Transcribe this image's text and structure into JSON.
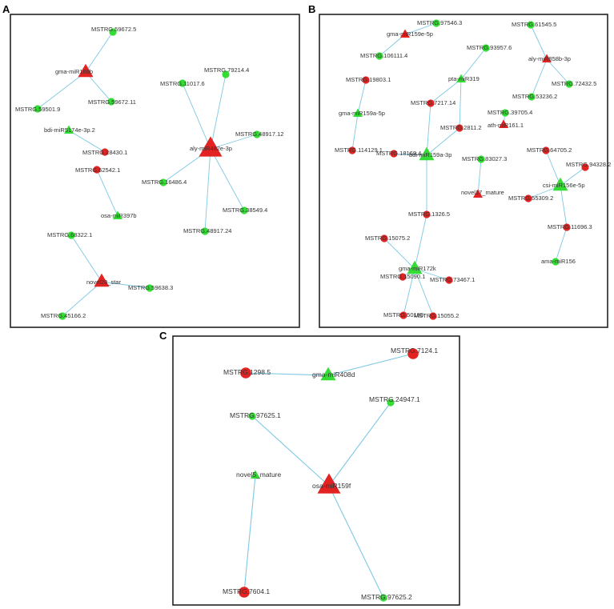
{
  "colors": {
    "red": "#e32222",
    "green": "#33dd33",
    "edge": "#7ec8e3",
    "frame": "#222222"
  },
  "panels": [
    {
      "label": "A",
      "nodes": [
        {
          "id": "a_gma168b",
          "label": "gma-miR168b",
          "shape": "triangle",
          "color": "red",
          "size": "medium"
        },
        {
          "id": "a_s59672_5",
          "label": "MSTRG.59672.5",
          "shape": "circle",
          "color": "green",
          "size": "small"
        },
        {
          "id": "a_s59501_9",
          "label": "MSTRG.59501.9",
          "shape": "circle",
          "color": "green",
          "size": "small"
        },
        {
          "id": "a_s59672_11",
          "label": "MSTRG.59672.11",
          "shape": "circle",
          "color": "green",
          "size": "small"
        },
        {
          "id": "a_bdi5174",
          "label": "bdi-miR5174e-3p.2",
          "shape": "triangle",
          "color": "green",
          "size": "small"
        },
        {
          "id": "a_s28430",
          "label": "MSTRG.28430.1",
          "shape": "circle",
          "color": "red",
          "size": "small"
        },
        {
          "id": "a_s62542",
          "label": "MSTRG.62542.1",
          "shape": "circle",
          "color": "red",
          "size": "small"
        },
        {
          "id": "a_osa397b",
          "label": "osa-miR397b",
          "shape": "triangle",
          "color": "green",
          "size": "small"
        },
        {
          "id": "a_aly",
          "label": "aly-miR482e-3p",
          "shape": "triangle",
          "color": "red",
          "size": "large"
        },
        {
          "id": "a_s11017",
          "label": "MSTRG.11017.6",
          "shape": "circle",
          "color": "green",
          "size": "small"
        },
        {
          "id": "a_s79214",
          "label": "MSTRG.79214.4",
          "shape": "circle",
          "color": "green",
          "size": "small"
        },
        {
          "id": "a_s48917_12",
          "label": "MSTRG.48917.12",
          "shape": "circle",
          "color": "green",
          "size": "small"
        },
        {
          "id": "a_s16486",
          "label": "MSTRG.16486.4",
          "shape": "circle",
          "color": "green",
          "size": "small"
        },
        {
          "id": "a_s38549",
          "label": "MSTRG.38549.4",
          "shape": "circle",
          "color": "green",
          "size": "small"
        },
        {
          "id": "a_s48917_24",
          "label": "MSTRG.48917.24",
          "shape": "circle",
          "color": "green",
          "size": "small"
        },
        {
          "id": "a_s68322",
          "label": "MSTRG.68322.1",
          "shape": "circle",
          "color": "green",
          "size": "small"
        },
        {
          "id": "a_novel",
          "label": "novel28_star",
          "shape": "triangle",
          "color": "red",
          "size": "medium"
        },
        {
          "id": "a_s59638",
          "label": "MSTRG.59638.3",
          "shape": "circle",
          "color": "green",
          "size": "small"
        },
        {
          "id": "a_s45166",
          "label": "MSTRG.45166.2",
          "shape": "circle",
          "color": "green",
          "size": "small"
        }
      ],
      "edges": [
        [
          "a_gma168b",
          "a_s59672_5"
        ],
        [
          "a_gma168b",
          "a_s59501_9"
        ],
        [
          "a_gma168b",
          "a_s59672_11"
        ],
        [
          "a_bdi5174",
          "a_s28430"
        ],
        [
          "a_s62542",
          "a_osa397b"
        ],
        [
          "a_aly",
          "a_s11017"
        ],
        [
          "a_aly",
          "a_s79214"
        ],
        [
          "a_aly",
          "a_s48917_12"
        ],
        [
          "a_aly",
          "a_s16486"
        ],
        [
          "a_aly",
          "a_s38549"
        ],
        [
          "a_aly",
          "a_s48917_24"
        ],
        [
          "a_novel",
          "a_s68322"
        ],
        [
          "a_novel",
          "a_s59638"
        ],
        [
          "a_novel",
          "a_s45166"
        ]
      ]
    },
    {
      "label": "B",
      "nodes": [
        {
          "id": "b_s97546",
          "label": "MSTRG.97546.3",
          "shape": "circle",
          "color": "green",
          "size": "small"
        },
        {
          "id": "b_gma159e",
          "label": "gma-miR159e-5p",
          "shape": "triangle",
          "color": "red",
          "size": "small"
        },
        {
          "id": "b_s106111",
          "label": "MSTRG.106111.4",
          "shape": "circle",
          "color": "green",
          "size": "small"
        },
        {
          "id": "b_s61545",
          "label": "MSTRG.61545.5",
          "shape": "circle",
          "color": "green",
          "size": "small"
        },
        {
          "id": "b_aly858",
          "label": "aly-miR858b-3p",
          "shape": "triangle",
          "color": "red",
          "size": "small"
        },
        {
          "id": "b_s72432",
          "label": "MSTRG.72432.5",
          "shape": "circle",
          "color": "green",
          "size": "small"
        },
        {
          "id": "b_s53236",
          "label": "MSTRG.53236.2",
          "shape": "circle",
          "color": "green",
          "size": "small"
        },
        {
          "id": "b_s93957",
          "label": "MSTRG.93957.6",
          "shape": "circle",
          "color": "green",
          "size": "small"
        },
        {
          "id": "b_pta319",
          "label": "pta-miR319",
          "shape": "triangle",
          "color": "green",
          "size": "small"
        },
        {
          "id": "b_s19803",
          "label": "MSTRG.19803.1",
          "shape": "circle",
          "color": "red",
          "size": "small"
        },
        {
          "id": "b_s7217",
          "label": "MSTRG.7217.14",
          "shape": "circle",
          "color": "red",
          "size": "small"
        },
        {
          "id": "b_gma159a",
          "label": "gma-miR159a-5p",
          "shape": "triangle",
          "color": "green",
          "size": "small"
        },
        {
          "id": "b_s114129",
          "label": "MSTRG.114129.1",
          "shape": "circle",
          "color": "red",
          "size": "small"
        },
        {
          "id": "b_s39705",
          "label": "MSTRG.39705.4",
          "shape": "circle",
          "color": "green",
          "size": "small"
        },
        {
          "id": "b_ath161",
          "label": "ath-miR161.1",
          "shape": "triangle",
          "color": "red",
          "size": "small"
        },
        {
          "id": "b_s2811",
          "label": "MSTRG.2811.2",
          "shape": "circle",
          "color": "red",
          "size": "small"
        },
        {
          "id": "b_s18169",
          "label": "MSTRG.18169.4",
          "shape": "circle",
          "color": "red",
          "size": "small"
        },
        {
          "id": "b_bdi159a",
          "label": "bdi-miR159a-3p",
          "shape": "triangle",
          "color": "green",
          "size": "medium"
        },
        {
          "id": "b_s64705",
          "label": "MSTRG.64705.2",
          "shape": "circle",
          "color": "red",
          "size": "small"
        },
        {
          "id": "b_s83027",
          "label": "MSTRG.83027.3",
          "shape": "circle",
          "color": "green",
          "size": "small"
        },
        {
          "id": "b_s94328",
          "label": "MSTRG.94328.2",
          "shape": "circle",
          "color": "red",
          "size": "small"
        },
        {
          "id": "b_csi156e",
          "label": "csi-miR156e-5p",
          "shape": "triangle",
          "color": "green",
          "size": "medium"
        },
        {
          "id": "b_novel17",
          "label": "novel17_mature",
          "shape": "triangle",
          "color": "red",
          "size": "small"
        },
        {
          "id": "b_s55309",
          "label": "MSTRG.55309.2",
          "shape": "circle",
          "color": "red",
          "size": "small"
        },
        {
          "id": "b_s1326",
          "label": "MSTRG.1326.5",
          "shape": "circle",
          "color": "red",
          "size": "small"
        },
        {
          "id": "b_s11696",
          "label": "MSTRG.11696.3",
          "shape": "circle",
          "color": "red",
          "size": "small"
        },
        {
          "id": "b_s15075",
          "label": "MSTRG.15075.2",
          "shape": "circle",
          "color": "red",
          "size": "small"
        },
        {
          "id": "b_ama156",
          "label": "ama-miR156",
          "shape": "circle",
          "color": "green",
          "size": "small"
        },
        {
          "id": "b_gma172k",
          "label": "gma-miR172k",
          "shape": "triangle",
          "color": "green",
          "size": "medium"
        },
        {
          "id": "b_s15090",
          "label": "MSTRG.15090.1",
          "shape": "circle",
          "color": "red",
          "size": "small"
        },
        {
          "id": "b_s73467",
          "label": "MSTRG.73467.1",
          "shape": "circle",
          "color": "red",
          "size": "small"
        },
        {
          "id": "b_s50185",
          "label": "MSTRG.50185",
          "shape": "circle",
          "color": "red",
          "size": "small"
        },
        {
          "id": "b_s15055",
          "label": "MSTRG.15055.2",
          "shape": "circle",
          "color": "red",
          "size": "small"
        }
      ],
      "edges": [
        [
          "b_gma159e",
          "b_s97546"
        ],
        [
          "b_gma159e",
          "b_s106111"
        ],
        [
          "b_aly858",
          "b_s61545"
        ],
        [
          "b_aly858",
          "b_s72432"
        ],
        [
          "b_aly858",
          "b_s53236"
        ],
        [
          "b_pta319",
          "b_s93957"
        ],
        [
          "b_pta319",
          "b_s7217"
        ],
        [
          "b_pta319",
          "b_s2811"
        ],
        [
          "b_gma159a",
          "b_s19803"
        ],
        [
          "b_gma159a",
          "b_s114129"
        ],
        [
          "b_ath161",
          "b_s39705"
        ],
        [
          "b_bdi159a",
          "b_s7217"
        ],
        [
          "b_bdi159a",
          "b_s2811"
        ],
        [
          "b_bdi159a",
          "b_s18169"
        ],
        [
          "b_bdi159a",
          "b_s1326"
        ],
        [
          "b_novel17",
          "b_s83027"
        ],
        [
          "b_csi156e",
          "b_s64705"
        ],
        [
          "b_csi156e",
          "b_s94328"
        ],
        [
          "b_csi156e",
          "b_s55309"
        ],
        [
          "b_csi156e",
          "b_s11696"
        ],
        [
          "b_s11696",
          "b_ama156"
        ],
        [
          "b_gma172k",
          "b_s1326"
        ],
        [
          "b_gma172k",
          "b_s15075"
        ],
        [
          "b_gma172k",
          "b_s15090"
        ],
        [
          "b_gma172k",
          "b_s73467"
        ],
        [
          "b_gma172k",
          "b_s50185"
        ],
        [
          "b_gma172k",
          "b_s15055"
        ]
      ]
    },
    {
      "label": "C",
      "nodes": [
        {
          "id": "c_s1298",
          "label": "MSTRG.1298.5",
          "shape": "circle",
          "color": "red",
          "size": "medium"
        },
        {
          "id": "c_gma408d",
          "label": "gma-miR408d",
          "shape": "triangle",
          "color": "green",
          "size": "medium"
        },
        {
          "id": "c_s7124",
          "label": "MSTRG.7124.1",
          "shape": "circle",
          "color": "red",
          "size": "medium"
        },
        {
          "id": "c_s97625_1",
          "label": "MSTRG.97625.1",
          "shape": "circle",
          "color": "green",
          "size": "small"
        },
        {
          "id": "c_s24947",
          "label": "MSTRG.24947.1",
          "shape": "circle",
          "color": "green",
          "size": "small"
        },
        {
          "id": "c_novel5",
          "label": "novel5_mature",
          "shape": "triangle",
          "color": "green",
          "size": "small"
        },
        {
          "id": "c_osa159f",
          "label": "osa-miR159f",
          "shape": "triangle",
          "color": "red",
          "size": "large"
        },
        {
          "id": "c_s7604",
          "label": "MSTRG.7604.1",
          "shape": "circle",
          "color": "red",
          "size": "medium"
        },
        {
          "id": "c_s97625_2",
          "label": "MSTRG.97625.2",
          "shape": "circle",
          "color": "green",
          "size": "small"
        }
      ],
      "edges": [
        [
          "c_gma408d",
          "c_s1298"
        ],
        [
          "c_gma408d",
          "c_s7124"
        ],
        [
          "c_osa159f",
          "c_s97625_1"
        ],
        [
          "c_osa159f",
          "c_s24947"
        ],
        [
          "c_osa159f",
          "c_s97625_2"
        ],
        [
          "c_novel5",
          "c_s7604"
        ]
      ]
    }
  ]
}
